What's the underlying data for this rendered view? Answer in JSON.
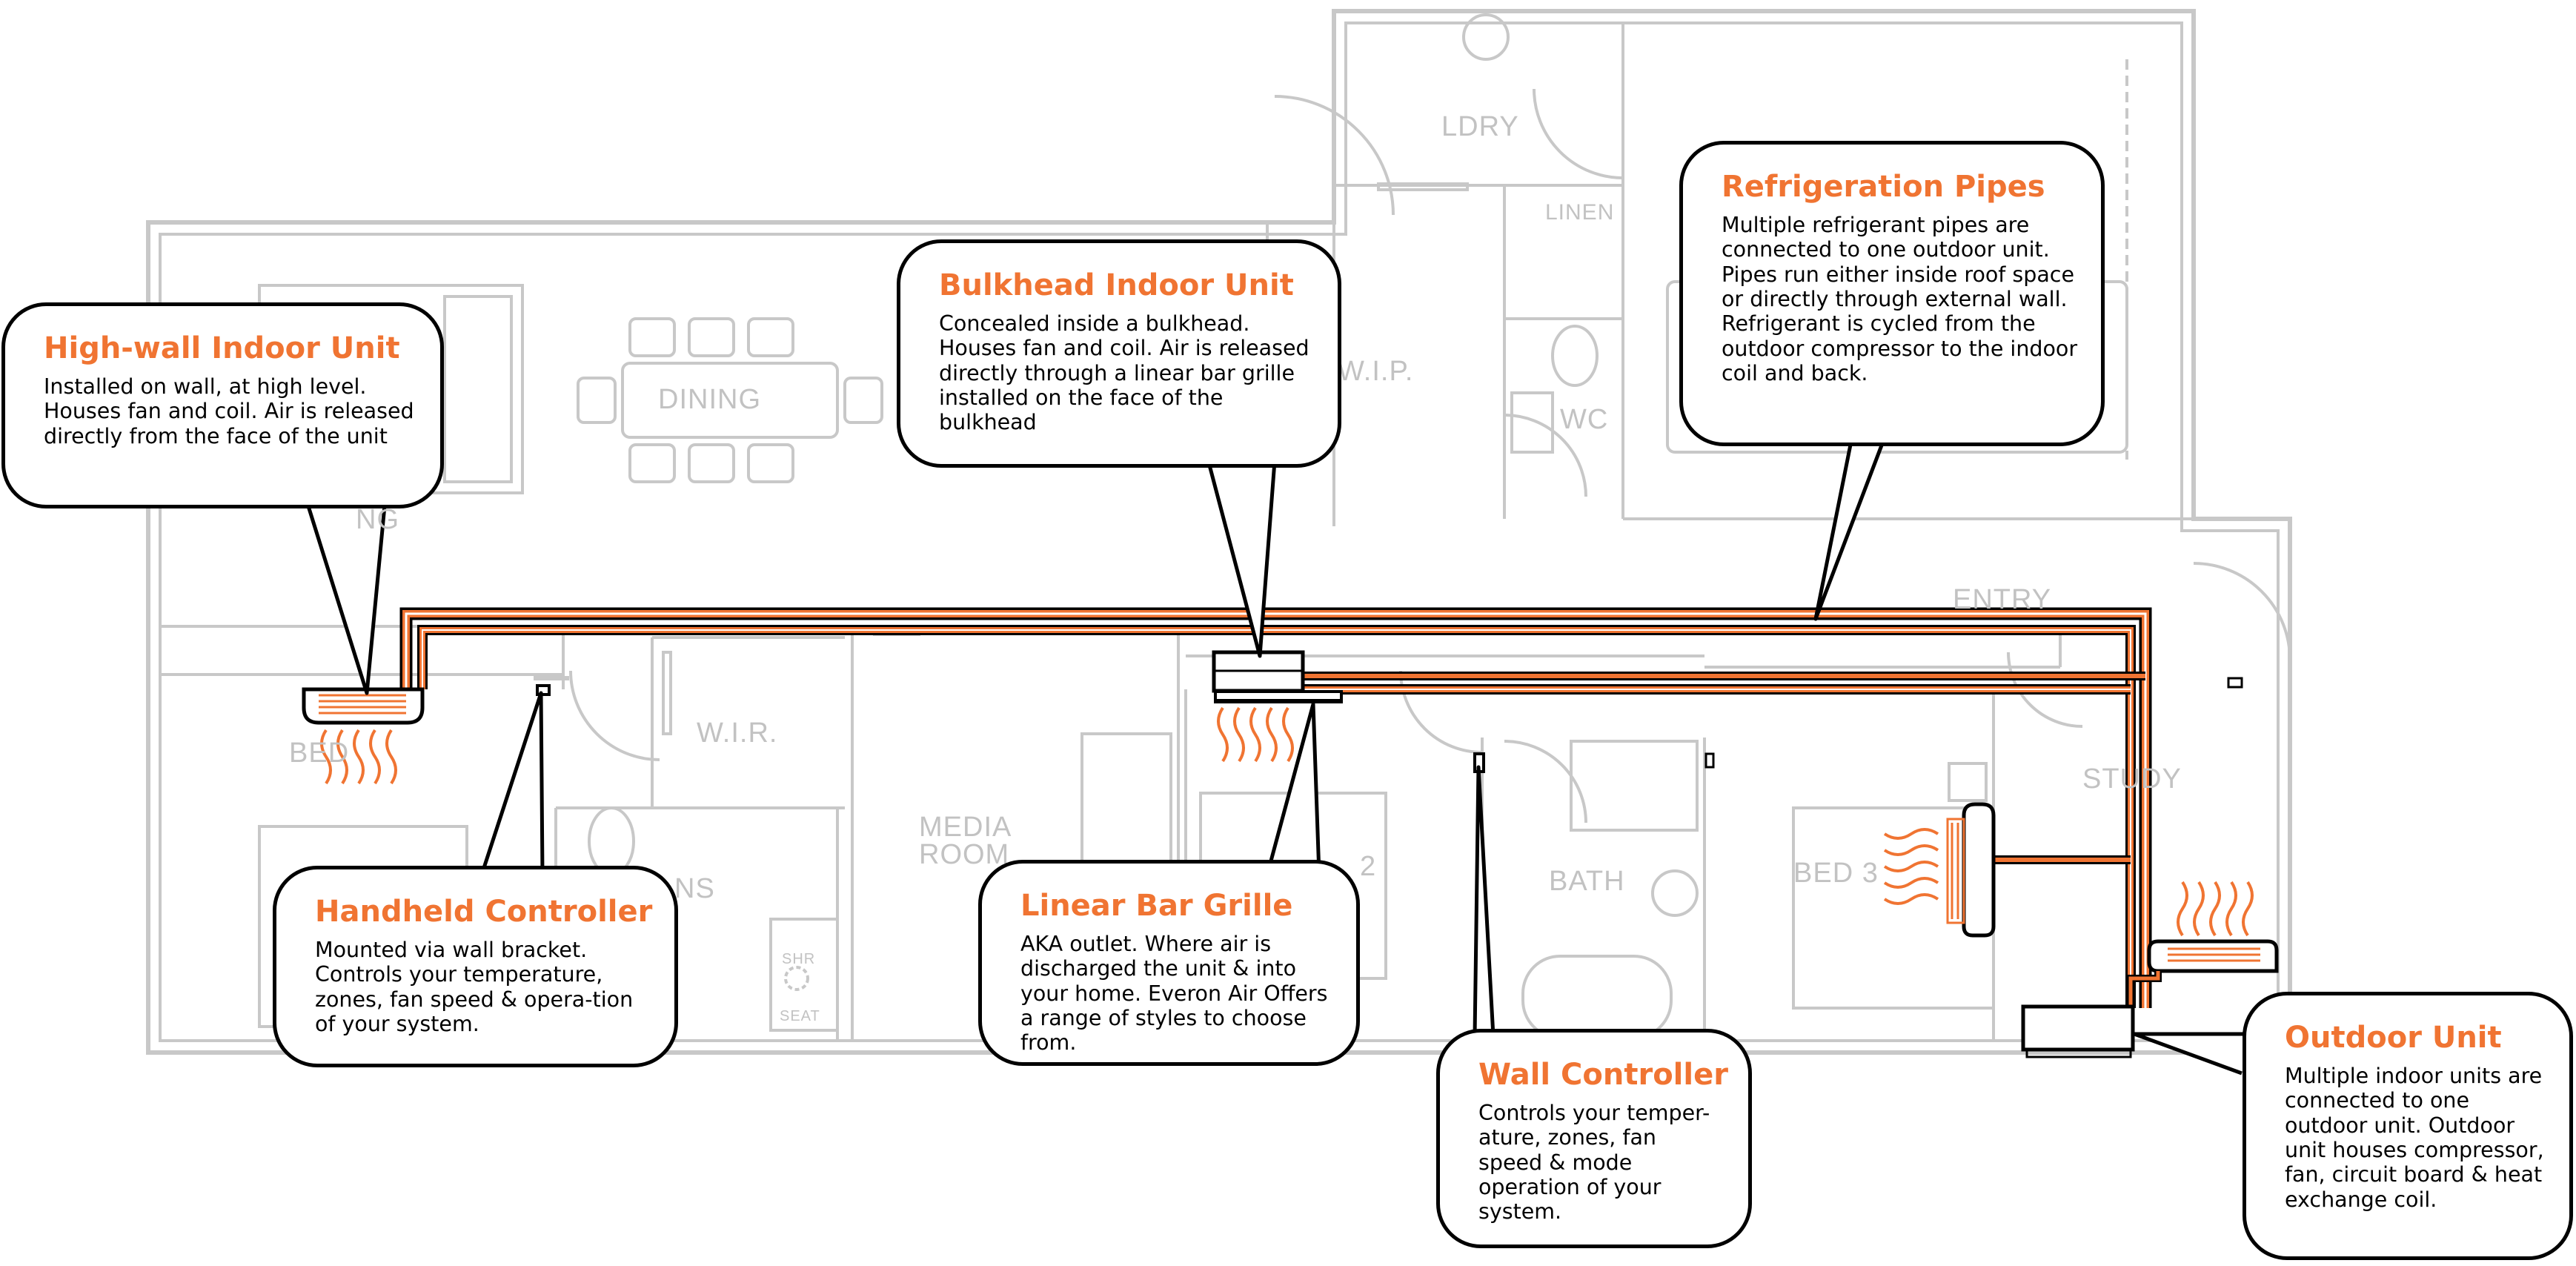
{
  "colors": {
    "accent": "#f07432",
    "plan_line": "#c8c8c8",
    "text": "#000000",
    "border": "#000000"
  },
  "rooms": {
    "ldry": "LDRY",
    "linen": "LINEN",
    "dining": "DINING",
    "wip_top": "W.I.P.",
    "wc": "WC",
    "living_fragment": "NG",
    "entry": "ENTRY",
    "bed1_fragment": "BED",
    "wir": "W.I.R.",
    "media_line1": "MEDIA",
    "media_line2": "ROOM",
    "ens_fragment": "NS",
    "shr": "SHR",
    "seat": "SEAT",
    "bed2_fragment": "2",
    "bath": "BATH",
    "bed3": "BED 3",
    "study": "STUDY"
  },
  "callouts": {
    "highwall": {
      "title": "High-wall Indoor Unit",
      "body": "Installed on wall, at high level. Houses fan and coil. Air is released directly from the face of the unit"
    },
    "bulkhead": {
      "title": "Bulkhead Indoor Unit",
      "body": "Concealed inside a bulkhead. Houses fan and coil. Air is released directly through a linear bar grille installed on the face of the bulkhead"
    },
    "pipes": {
      "title": "Refrigeration Pipes",
      "body": "Multiple refrigerant pipes are connected to one outdoor unit. Pipes run either inside roof space or directly through external wall. Refrigerant is cycled from the outdoor compressor to the indoor coil and back."
    },
    "handheld": {
      "title": "Handheld Controller",
      "body": "Mounted via wall bracket. Controls your temperature, zones, fan speed & opera-tion of your system."
    },
    "grille": {
      "title": "Linear Bar Grille",
      "body": "AKA outlet. Where air is discharged the unit & into your home. Everon Air Offers a range of styles to choose from."
    },
    "wall": {
      "title": "Wall Controller",
      "body": "Controls your temper-ature, zones, fan speed & mode operation of your system."
    },
    "outdoor": {
      "title": "Outdoor Unit",
      "body": "Multiple indoor units are connected to one outdoor unit. Outdoor unit houses compressor, fan, circuit board & heat exchange coil."
    }
  }
}
